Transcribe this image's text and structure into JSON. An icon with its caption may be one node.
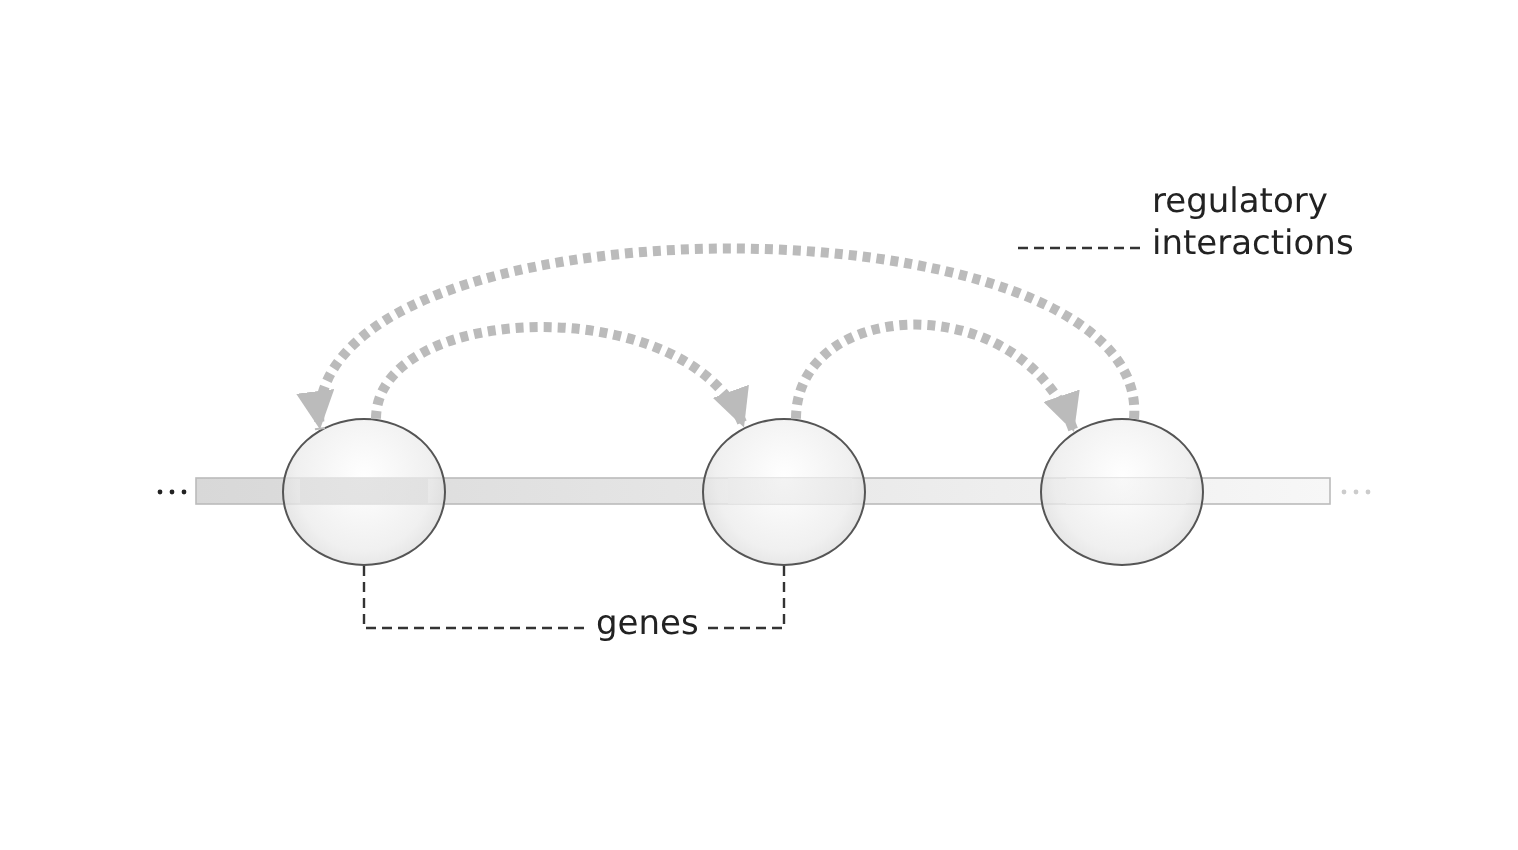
{
  "diagram": {
    "nodes": [
      {
        "text": [
          "regulatory interactions"
        ]
      },
      {
        "text": [],
        "shape": "circle"
      },
      {
        "text": [],
        "shape": "circle"
      },
      {
        "text": [],
        "shape": "circle"
      },
      {
        "text": [
          "genes"
        ]
      }
    ],
    "edges": [
      {
        "from": 1,
        "to": 2,
        "arrow": "to",
        "style": "dashed",
        "color": "#bbbbbb"
      },
      {
        "from": 2,
        "to": 3,
        "arrow": "to",
        "style": "dashed",
        "color": "#bbbbbb"
      },
      {
        "from": 3,
        "to": 1,
        "arrow": "to",
        "style": "dashed",
        "color": "#bbbbbb"
      },
      {
        "from": 4,
        "to": 1,
        "arrow": "none",
        "style": "dashed",
        "color": "#333333"
      },
      {
        "from": 4,
        "to": 2,
        "arrow": "none",
        "style": "dashed",
        "color": "#333333"
      },
      {
        "from": 0,
        "to": null,
        "arrow": "none",
        "style": "dashed",
        "color": "#333333"
      }
    ]
  }
}
